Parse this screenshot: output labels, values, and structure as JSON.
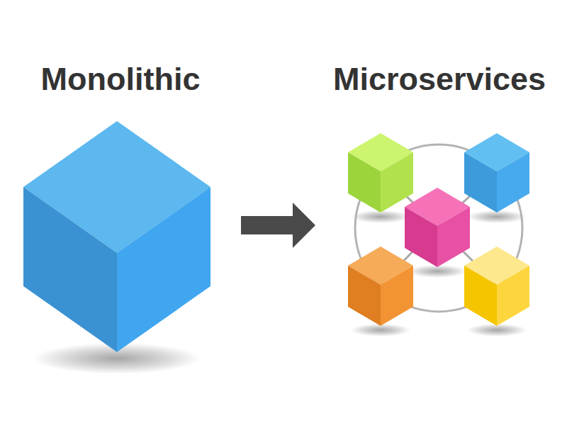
{
  "diagram": {
    "nodes": [
      {
        "text": [
          "Monolithic"
        ]
      },
      {
        "text": [
          "Microservices"
        ]
      }
    ],
    "edges": [
      {
        "from": 0,
        "to": 1,
        "arrow": "to"
      }
    ]
  }
}
